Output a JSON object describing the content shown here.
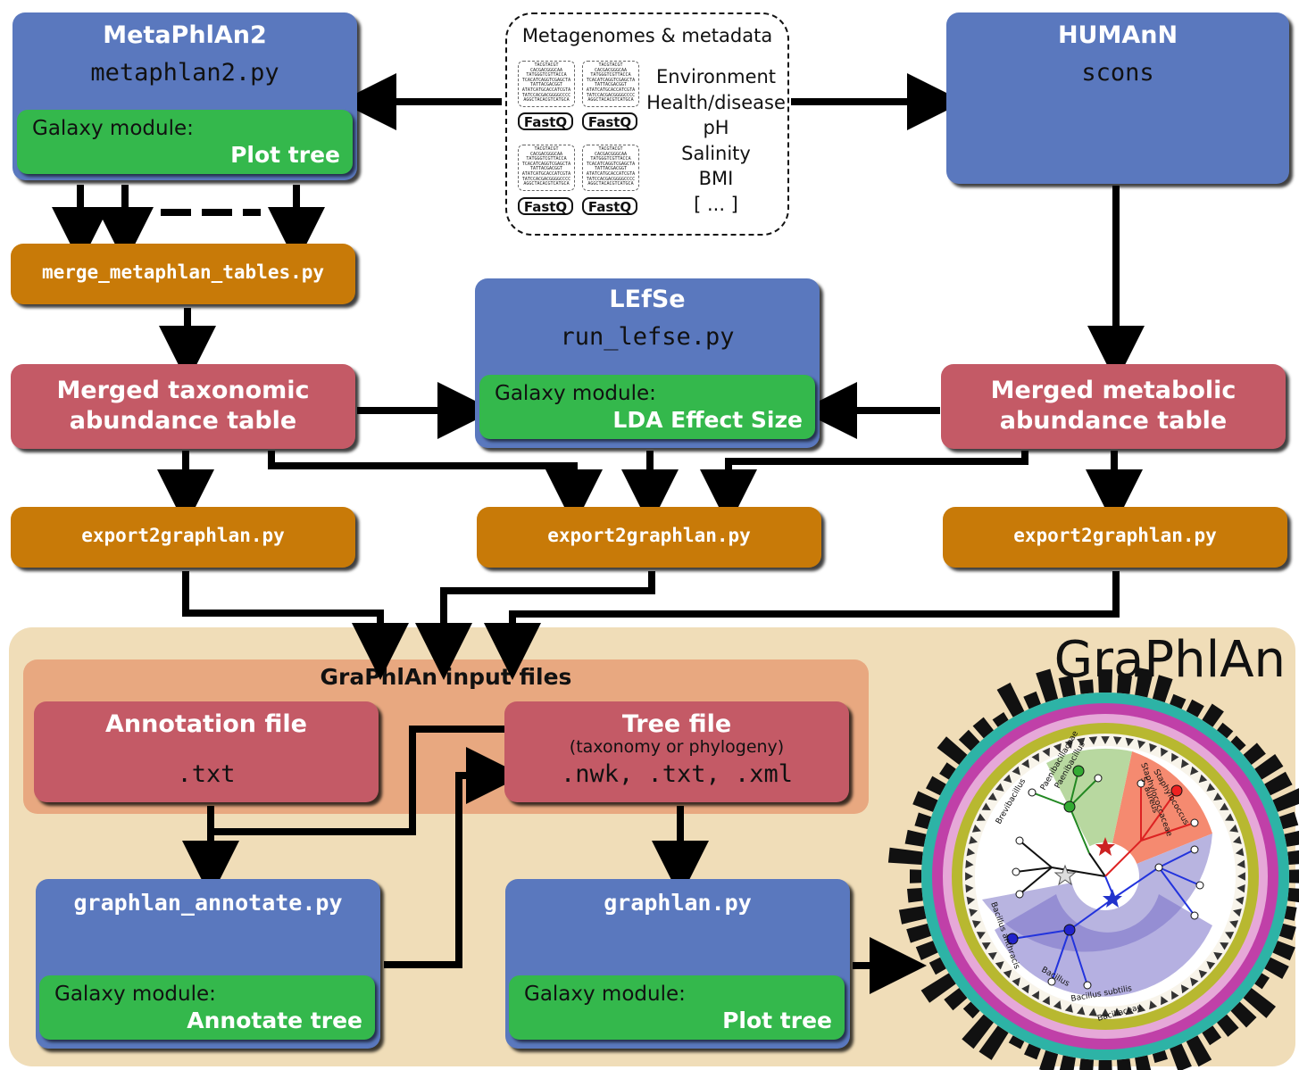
{
  "metaphlan": {
    "title": "MetaPhlAn2",
    "command": "metaphlan2.py",
    "galaxy_label": "Galaxy module:",
    "galaxy_module": "Plot tree"
  },
  "metagenomes": {
    "title": "Metagenomes & metadata",
    "fastq_label": "FastQ",
    "reads": [
      "TACGTACGT",
      "CACGACGGGCAA",
      "TATGGGTCGTTACCA",
      "TCACATCAGGTCGAGCTA",
      "TATTACGACGGT",
      "ATATCATGCACCATCGTA",
      "TATCCACGACGGGGCCCC",
      "AGGCTACACGTCATGCA",
      "TACGTACGT",
      "TATTACGACGGT"
    ],
    "metadata": [
      "Environment",
      "Health/disease",
      "pH",
      "Salinity",
      "BMI",
      "[ ... ]"
    ]
  },
  "humann": {
    "title": "HUMAnN",
    "command": "scons"
  },
  "merge": {
    "command": "merge_metaphlan_tables.py"
  },
  "lefse": {
    "title": "LEfSe",
    "command": "run_lefse.py",
    "galaxy_label": "Galaxy module:",
    "galaxy_module": "LDA Effect Size"
  },
  "merged_taxonomic": {
    "line1": "Merged taxonomic",
    "line2": "abundance table"
  },
  "merged_metabolic": {
    "line1": "Merged metabolic",
    "line2": "abundance table"
  },
  "export": {
    "left": "export2graphlan.py",
    "middle": "export2graphlan.py",
    "right": "export2graphlan.py"
  },
  "graphlan": {
    "section_title": "GraPhlAn",
    "input_files_title": "GraPhlAn input files",
    "annotation_file": {
      "title": "Annotation file",
      "ext": ".txt"
    },
    "tree_file": {
      "title": "Tree file",
      "subtitle": "(taxonomy or phylogeny)",
      "ext": ".nwk, .txt, .xml"
    },
    "annotate": {
      "command": "graphlan_annotate.py",
      "galaxy_label": "Galaxy module:",
      "galaxy_module": "Annotate tree"
    },
    "plot": {
      "command": "graphlan.py",
      "galaxy_label": "Galaxy module:",
      "galaxy_module": "Plot tree"
    }
  },
  "tree_labels": {
    "staph_family": "Staphylococcaceae",
    "staph_genus": "Staphylococcus",
    "staph_species": "S. aureus",
    "paeni_family": "Paenibacillaceae",
    "paeni_genus": "Paenibacillus",
    "brevi": "Brevibacillus",
    "bacillus_genus": "Bacillus",
    "bacillus_family": "Bacillaceae",
    "anthracis": "Bacillus anthracis",
    "subtilis": "Bacillus subtilis"
  },
  "colors": {
    "blue_box": "#5a78be",
    "red_box": "#c45a66",
    "orange_box": "#c87a08",
    "green_module": "#34b84c",
    "graphlan_bg": "#f0ddb8",
    "input_bg": "#e8a880"
  }
}
